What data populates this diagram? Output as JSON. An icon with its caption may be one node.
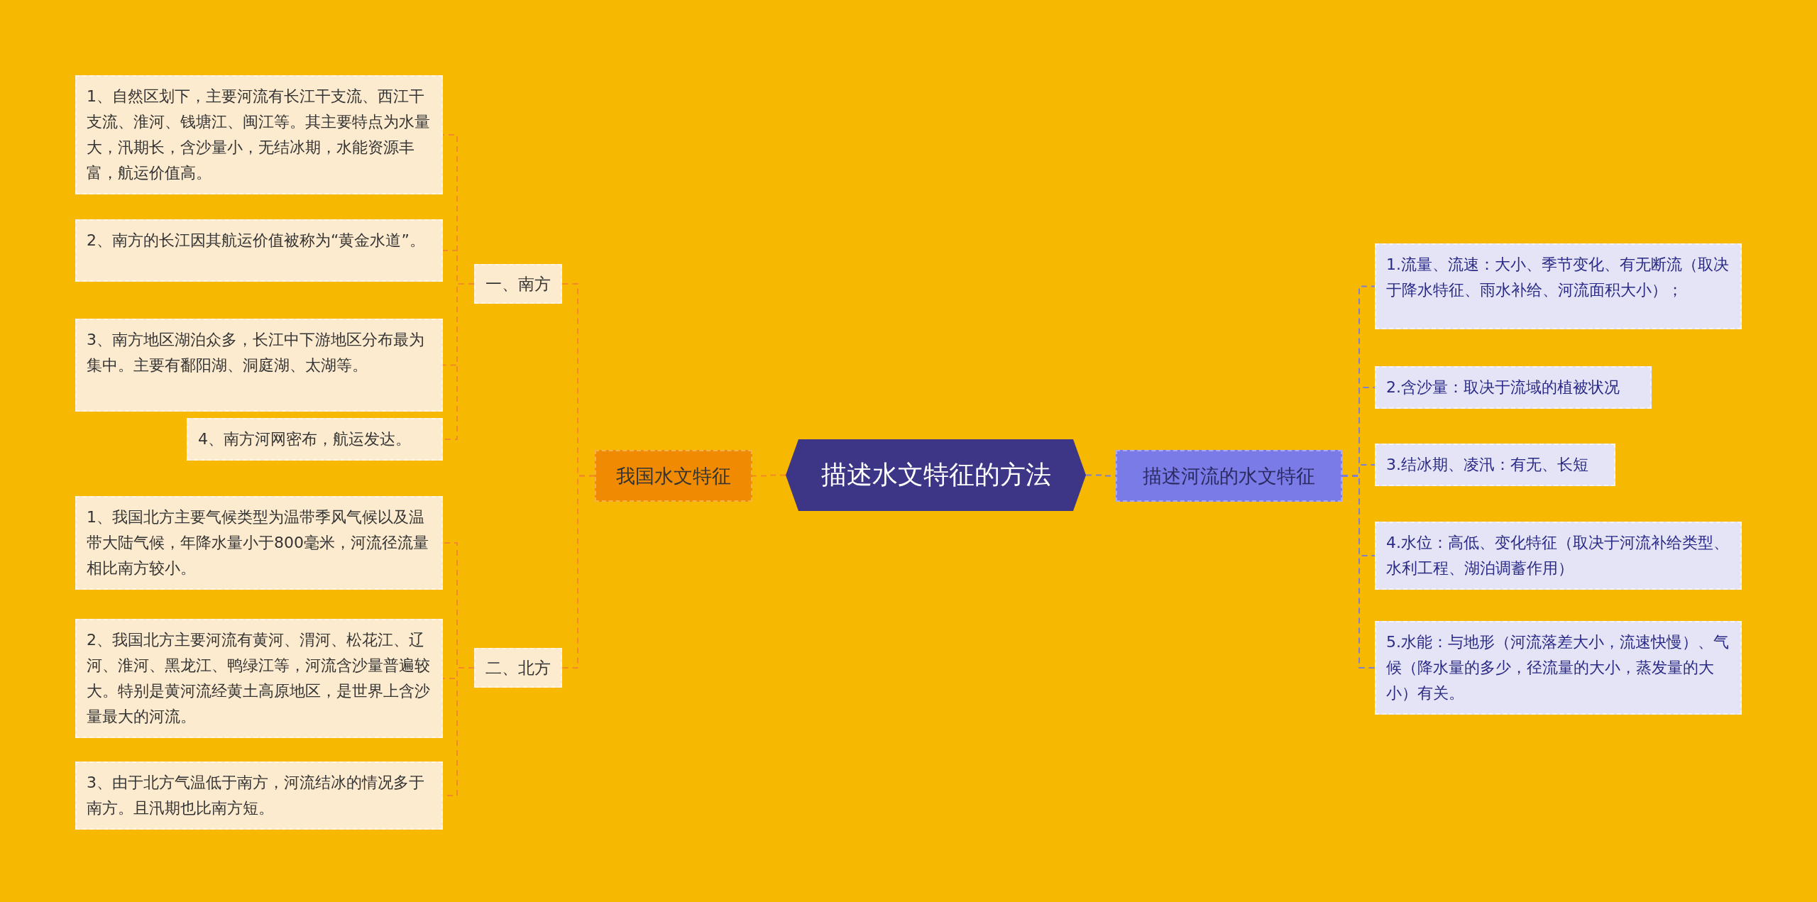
{
  "diagram": {
    "nodes": [
      {
        "text": [
          "描述水文特征的方法"
        ]
      },
      {
        "text": [
          "我国水文特征"
        ]
      },
      {
        "text": [
          "一、南方"
        ]
      },
      {
        "text": [
          "1、自然区划下，主要河流有长江干支流、西江干支流、淮河、钱塘江、闽江等。其主要特点为水量大，汛期长，含沙量小，无结冰期，水能资源丰富，航运价值高。"
        ]
      },
      {
        "text": [
          "2、南方的长江因其航运价值被称为“黄金水道”。"
        ]
      },
      {
        "text": [
          "3、南方地区湖泊众多，长江中下游地区分布最为集中。主要有鄱阳湖、洞庭湖、太湖等。"
        ]
      },
      {
        "text": [
          "4、南方河网密布，航运发达。"
        ]
      },
      {
        "text": [
          "二、北方"
        ]
      },
      {
        "text": [
          "1、我国北方主要气候类型为温带季风气候以及温带大陆气候，年降水量小于800毫米，河流径流量相比南方较小。"
        ]
      },
      {
        "text": [
          "2、我国北方主要河流有黄河、渭河、松花江、辽河、淮河、黑龙江、鸭绿江等，河流含沙量普遍较大。特别是黄河流经黄土高原地区，是世界上含沙量最大的河流。"
        ]
      },
      {
        "text": [
          "3、由于北方气温低于南方，河流结冰的情况多于南方。且汛期也比南方短。"
        ]
      },
      {
        "text": [
          "描述河流的水文特征"
        ]
      },
      {
        "text": [
          "1.流量、流速：大小、季节变化、有无断流（取决于降水特征、雨水补给、河流面积大小）；"
        ]
      },
      {
        "text": [
          "2.含沙量：取决于流域的植被状况"
        ]
      },
      {
        "text": [
          "3.结冰期、凌汛：有无、长短"
        ]
      },
      {
        "text": [
          "4.水位：高低、变化特征（取决于河流补给类型、水利工程、湖泊调蓄作用）"
        ]
      },
      {
        "text": [
          "5.水能：与地形（河流落差大小，流速快慢）、气候（降水量的多少，径流量的大小，蒸发量的大小）有关。"
        ]
      }
    ],
    "edges": [
      {
        "from": 0,
        "to": 1,
        "arrow": "none"
      },
      {
        "from": 1,
        "to": 2,
        "arrow": "none"
      },
      {
        "from": 2,
        "to": 3,
        "arrow": "none"
      },
      {
        "from": 2,
        "to": 4,
        "arrow": "none"
      },
      {
        "from": 2,
        "to": 5,
        "arrow": "none"
      },
      {
        "from": 2,
        "to": 6,
        "arrow": "none"
      },
      {
        "from": 1,
        "to": 7,
        "arrow": "none"
      },
      {
        "from": 7,
        "to": 8,
        "arrow": "none"
      },
      {
        "from": 7,
        "to": 9,
        "arrow": "none"
      },
      {
        "from": 7,
        "to": 10,
        "arrow": "none"
      },
      {
        "from": 0,
        "to": 11,
        "arrow": "none",
        "color": "#7d7fd6"
      },
      {
        "from": 11,
        "to": 12,
        "arrow": "none",
        "color": "#7d7fd6"
      },
      {
        "from": 11,
        "to": 13,
        "arrow": "none",
        "color": "#7d7fd6"
      },
      {
        "from": 11,
        "to": 14,
        "arrow": "none",
        "color": "#7d7fd6"
      },
      {
        "from": 11,
        "to": 15,
        "arrow": "none",
        "color": "#7d7fd6"
      },
      {
        "from": 11,
        "to": 16,
        "arrow": "none",
        "color": "#7d7fd6"
      }
    ]
  }
}
